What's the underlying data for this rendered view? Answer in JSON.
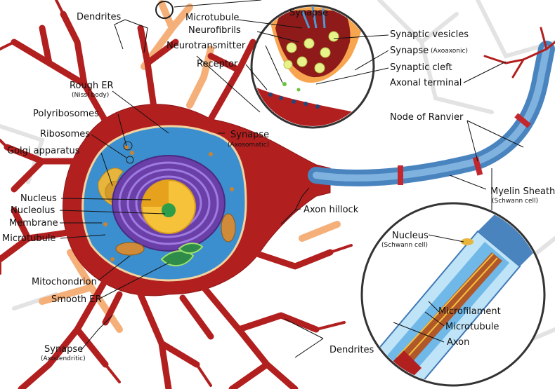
{
  "labels": {
    "dendrites_top": "Dendrites",
    "rough_er": "Rough ER",
    "rough_er_sub": "(Nissl body)",
    "polyribosomes": "Polyribosomes",
    "ribosomes": "Ribosomes",
    "golgi": "Golgi apparatus",
    "nucleus": "Nucleus",
    "nucleolus": "Nucleolus",
    "membrane": "Membrane",
    "microtubule_left": "Microtubule",
    "mitochondrion": "Mitochondrion",
    "smooth_er": "Smooth ER",
    "synapse_axodendritic": "Synapse",
    "synapse_axodendritic_sub": "(Axodendritic)",
    "dendrites_bottom": "Dendrites",
    "synapse_title": "Synapse",
    "microtubule_top": "Microtubule",
    "neurofibrils": "Neurofibrils",
    "neurotransmitter": "Neurotransmitter",
    "receptor": "Receptor",
    "synaptic_vesicles": "Synaptic vesicles",
    "synapse_axoaxonic": "Synapse",
    "synapse_axoaxonic_sub": "(Axoaxonic)",
    "synaptic_cleft": "Synaptic cleft",
    "axonal_terminal": "Axonal terminal",
    "node_of_ranvier": "Node of Ranvier",
    "synapse_axosomatic": "Synapse",
    "synapse_axosomatic_sub": "(Axosomatic)",
    "axon_hillock": "Axon hillock",
    "myelin_sheath": "Myelin Sheath",
    "myelin_sheath_sub": "(Schwann cell)",
    "nucleus_schwann": "Nucleus",
    "nucleus_schwann_sub": "(Schwann cell)",
    "microfilament": "Microfilament",
    "microtubule_inset": "Microtubule",
    "axon": "Axon"
  },
  "colors": {
    "neuron": "#b21f1f",
    "cytoplasm": "#3b8fcf",
    "nucleus": "#6a3fa8",
    "nucleolus_core": "#f5c23a",
    "myelin": "#3f78b5",
    "node": "#c4262e",
    "golgi": "#e7b43c",
    "dendrite_pale": "#f5b07a",
    "background_cells": "#e6e6e6"
  },
  "icons": [
    "magnifier-circle-icon"
  ]
}
